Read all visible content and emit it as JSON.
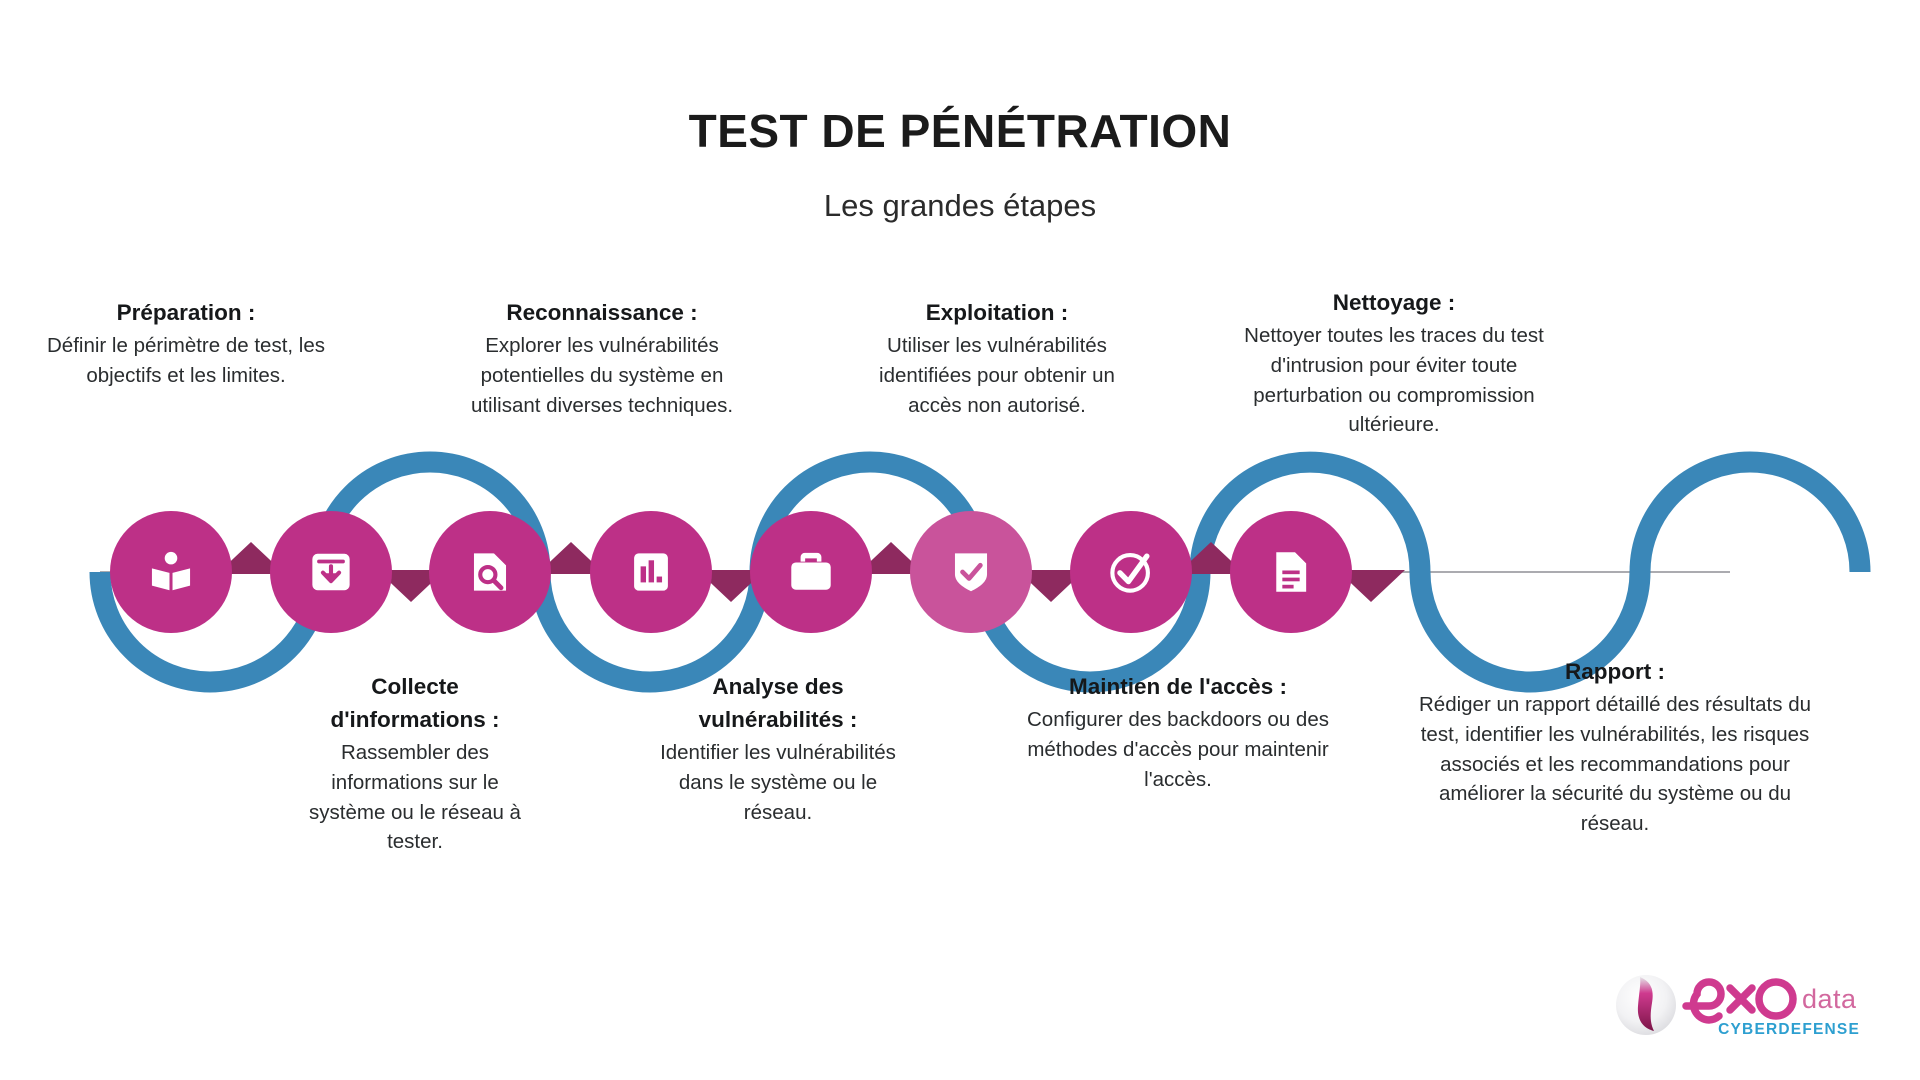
{
  "header": {
    "title": "TEST DE PÉNÉTRATION",
    "subtitle": "Les grandes étapes"
  },
  "colors": {
    "wave": "#3a87b8",
    "node": "#bd3087",
    "node_light": "#c9539b",
    "arrow": "#8e2a5f",
    "baseline": "#8f8f95",
    "text": "#231f20",
    "logo_magenta": "#cf3a8f",
    "logo_pink": "#d2689e",
    "logo_blue": "#2d9fd0"
  },
  "steps": [
    {
      "id": "preparation",
      "position": "top",
      "icon": "open-book-icon",
      "heading": "Préparation :",
      "body": "Définir le périmètre de test, les objectifs et les limites."
    },
    {
      "id": "collecte-informations",
      "position": "bottom",
      "icon": "inbox-download-icon",
      "heading": "Collecte d'informations :",
      "body": "Rassembler des informations sur le système ou le réseau à tester."
    },
    {
      "id": "reconnaissance",
      "position": "top",
      "icon": "document-search-icon",
      "heading": "Reconnaissance :",
      "body": "Explorer les vulnérabilités potentielles du système en utilisant diverses techniques."
    },
    {
      "id": "analyse-vulnerabilites",
      "position": "bottom",
      "icon": "bar-chart-document-icon",
      "heading": "Analyse des vulnérabilités :",
      "body": "Identifier les vulnérabilités dans le système ou le réseau."
    },
    {
      "id": "exploitation",
      "position": "top",
      "icon": "briefcase-icon",
      "heading": "Exploitation :",
      "body": "Utiliser les vulnérabilités identifiées pour obtenir un accès non autorisé."
    },
    {
      "id": "maintien-acces",
      "position": "bottom",
      "icon": "shield-check-icon",
      "heading": "Maintien de l'accès :",
      "body": "Configurer des backdoors ou des méthodes d'accès pour maintenir l'accès."
    },
    {
      "id": "nettoyage",
      "position": "top",
      "icon": "circle-check-icon",
      "heading": "Nettoyage :",
      "body": "Nettoyer toutes les traces du test d'intrusion pour éviter toute perturbation ou compromission ultérieure."
    },
    {
      "id": "rapport",
      "position": "bottom",
      "icon": "document-lines-icon",
      "heading": "Rapport :",
      "body": "Rédiger un rapport détaillé des résultats du test, identifier les vulnérabilités, les risques associés et les recommandations pour améliorer la sécurité du système ou du réseau."
    }
  ],
  "logo": {
    "wordmark": "exo",
    "suffix": "data",
    "tagline": "CYBERDEFENSE"
  }
}
